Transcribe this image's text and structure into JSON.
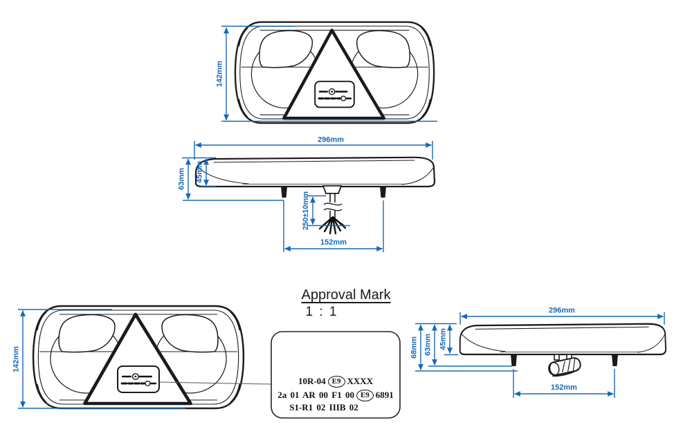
{
  "colors": {
    "dimension_blue": "#1668b8",
    "drawing_black": "#1b1b1b",
    "background": "#ffffff"
  },
  "approval_mark": {
    "title": "Approval Mark",
    "scale": "1 : 1",
    "line1_prefix": "10R-04",
    "line1_e_mark": "E9",
    "line1_suffix": "XXXX",
    "line2_prefix": "2a 01 AR 00 F1 00",
    "line2_e_mark": "E9",
    "line2_suffix": "6891",
    "line3": "S1-R1 02 IIIB 02"
  },
  "dimensions": {
    "front_top": {
      "height": "142mm"
    },
    "side_middle": {
      "width": "296mm",
      "overall_height": "63mm",
      "body_height": "45mm",
      "cable_length": "250±10mm",
      "bolt_spacing": "152mm"
    },
    "front_bottom": {
      "height": "142mm"
    },
    "side_bottom_right": {
      "width": "296mm",
      "overall_height": "68mm",
      "mid_height": "63mm",
      "body_height": "45mm",
      "bolt_spacing": "152mm"
    }
  }
}
